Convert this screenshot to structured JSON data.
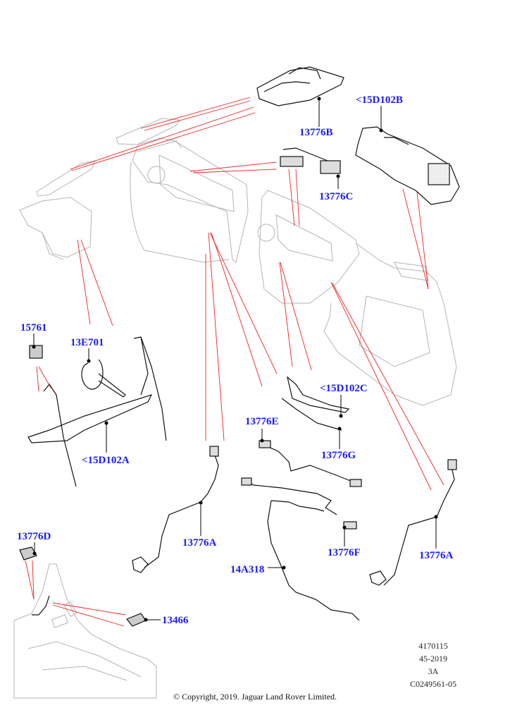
{
  "diagram": {
    "title": "Door and interior wiring / switch components",
    "colors": {
      "label": "#1a1aff",
      "leader_red": "#ee2222",
      "leader_black": "#000000",
      "outline_gray": "#b0b0b0"
    },
    "labels": [
      {
        "id": "13776B",
        "text": "13776B"
      },
      {
        "id": "15D102B",
        "text": "<15D102B"
      },
      {
        "id": "13776C",
        "text": "13776C"
      },
      {
        "id": "15761",
        "text": "15761"
      },
      {
        "id": "13E701",
        "text": "13E701"
      },
      {
        "id": "15D102A",
        "text": "<15D102A"
      },
      {
        "id": "15D102C",
        "text": "<15D102C"
      },
      {
        "id": "13776E",
        "text": "13776E"
      },
      {
        "id": "13776G",
        "text": "13776G"
      },
      {
        "id": "13776A_left",
        "text": "13776A"
      },
      {
        "id": "13776F",
        "text": "13776F"
      },
      {
        "id": "13776A_right",
        "text": "13776A"
      },
      {
        "id": "14A318",
        "text": "14A318"
      },
      {
        "id": "13776D",
        "text": "13776D"
      },
      {
        "id": "13466",
        "text": "13466"
      }
    ],
    "meta": {
      "ref1": "4170115",
      "ref2": "45-2019",
      "ref3": "3A",
      "ref4": "C0249561-05"
    },
    "copyright": "© Copyright, 2019. Jaguar Land Rover Limited."
  }
}
